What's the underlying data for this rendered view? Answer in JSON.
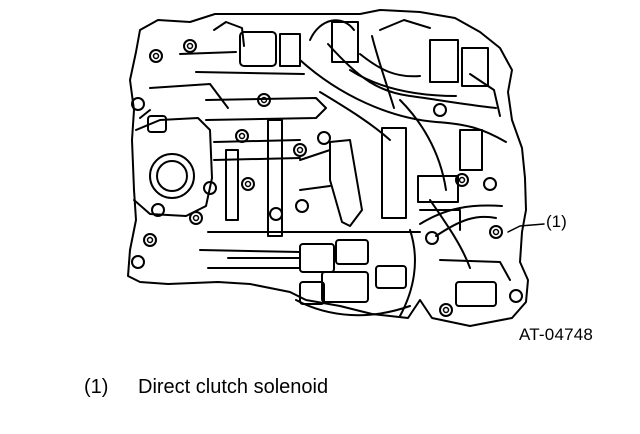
{
  "figure": {
    "callout_number": "(1)",
    "figure_id": "AT-04748",
    "subject_icon": "valve-body-drawing-icon"
  },
  "legend": [
    {
      "number": "(1)",
      "text": "Direct clutch solenoid"
    }
  ],
  "colors": {
    "line": "#000000",
    "background": "#ffffff"
  }
}
